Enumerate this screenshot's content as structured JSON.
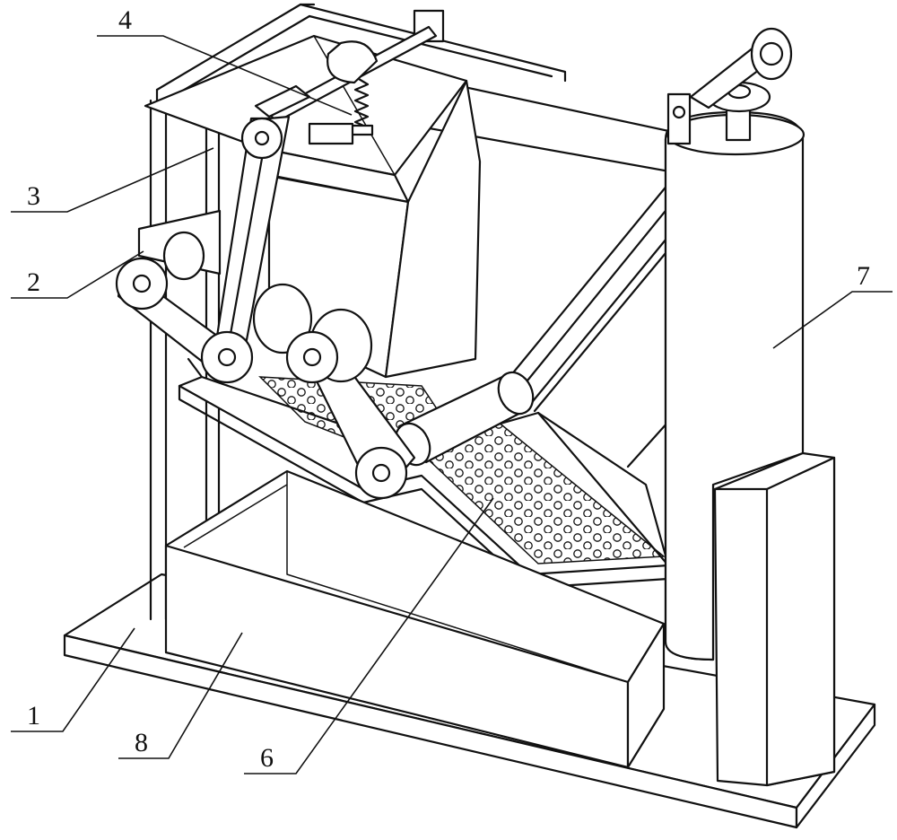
{
  "labels": [
    {
      "id": "1",
      "text": "1"
    },
    {
      "id": "2",
      "text": "2"
    },
    {
      "id": "3",
      "text": "3"
    },
    {
      "id": "4",
      "text": "4"
    },
    {
      "id": "6",
      "text": "6"
    },
    {
      "id": "7",
      "text": "7"
    },
    {
      "id": "8",
      "text": "8"
    }
  ],
  "colors": {
    "line": "#111111",
    "paper": "#ffffff"
  }
}
